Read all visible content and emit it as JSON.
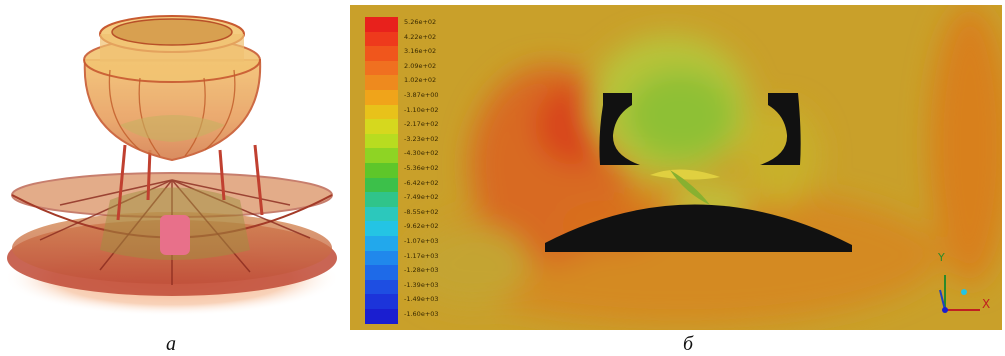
{
  "captions": {
    "a": "a",
    "b": "б"
  },
  "legend": {
    "labels": [
      "5.26e+02",
      "4.22e+02",
      "3.16e+02",
      "2.09e+02",
      "1.02e+02",
      "-3.87e+00",
      "-1.10e+02",
      "-2.17e+02",
      "-3.23e+02",
      "-4.30e+02",
      "-5.36e+02",
      "-6.42e+02",
      "-7.49e+02",
      "-8.55e+02",
      "-9.62e+02",
      "-1.07e+03",
      "-1.17e+03",
      "-1.28e+03",
      "-1.39e+03",
      "-1.49e+03",
      "-1.60e+03"
    ],
    "colors": [
      "#e8211c",
      "#ee3a1c",
      "#f0561c",
      "#f07020",
      "#ee8a1e",
      "#f0a41a",
      "#e8c21a",
      "#d6d81e",
      "#b8dc20",
      "#8ed424",
      "#5ec62a",
      "#3cc04a",
      "#30c48a",
      "#2cc8bc",
      "#24c4e4",
      "#22a8ec",
      "#2088ec",
      "#1e6ae8",
      "#1e4ee2",
      "#1c34da",
      "#1a1ed0"
    ]
  },
  "axes": {
    "x": "X",
    "y": "Y"
  }
}
